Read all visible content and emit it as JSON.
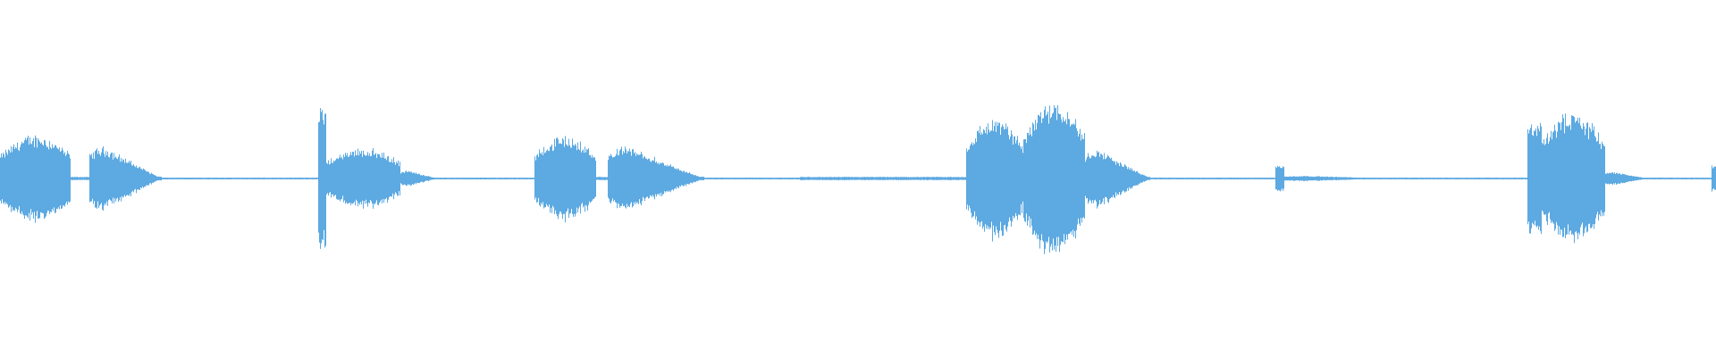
{
  "waveform": {
    "color": "#5DA9E1",
    "background": "#FFFFFF",
    "segments": [
      {
        "start": 0.0,
        "end": 0.041,
        "peak": 0.26,
        "shape": "burst"
      },
      {
        "start": 0.041,
        "end": 0.052,
        "peak": 0.01,
        "shape": "gap"
      },
      {
        "start": 0.052,
        "end": 0.094,
        "peak": 0.24,
        "shape": "decay"
      },
      {
        "start": 0.185,
        "end": 0.19,
        "peak": 0.42,
        "shape": "spike"
      },
      {
        "start": 0.19,
        "end": 0.233,
        "peak": 0.18,
        "shape": "burst"
      },
      {
        "start": 0.233,
        "end": 0.255,
        "peak": 0.06,
        "shape": "decay"
      },
      {
        "start": 0.311,
        "end": 0.347,
        "peak": 0.25,
        "shape": "burst"
      },
      {
        "start": 0.347,
        "end": 0.354,
        "peak": 0.01,
        "shape": "gap"
      },
      {
        "start": 0.354,
        "end": 0.41,
        "peak": 0.24,
        "shape": "decay"
      },
      {
        "start": 0.466,
        "end": 0.563,
        "peak": 0.01,
        "shape": "flat"
      },
      {
        "start": 0.563,
        "end": 0.596,
        "peak": 0.36,
        "shape": "burst"
      },
      {
        "start": 0.596,
        "end": 0.632,
        "peak": 0.47,
        "shape": "burst"
      },
      {
        "start": 0.632,
        "end": 0.67,
        "peak": 0.22,
        "shape": "decay"
      },
      {
        "start": 0.743,
        "end": 0.748,
        "peak": 0.08,
        "shape": "spike"
      },
      {
        "start": 0.748,
        "end": 0.812,
        "peak": 0.02,
        "shape": "decay"
      },
      {
        "start": 0.89,
        "end": 0.898,
        "peak": 0.34,
        "shape": "spike"
      },
      {
        "start": 0.898,
        "end": 0.935,
        "peak": 0.39,
        "shape": "burst"
      },
      {
        "start": 0.935,
        "end": 0.96,
        "peak": 0.05,
        "shape": "decay"
      },
      {
        "start": 0.997,
        "end": 1.0,
        "peak": 0.08,
        "shape": "spike"
      }
    ],
    "baseline_noise": 0.003
  }
}
